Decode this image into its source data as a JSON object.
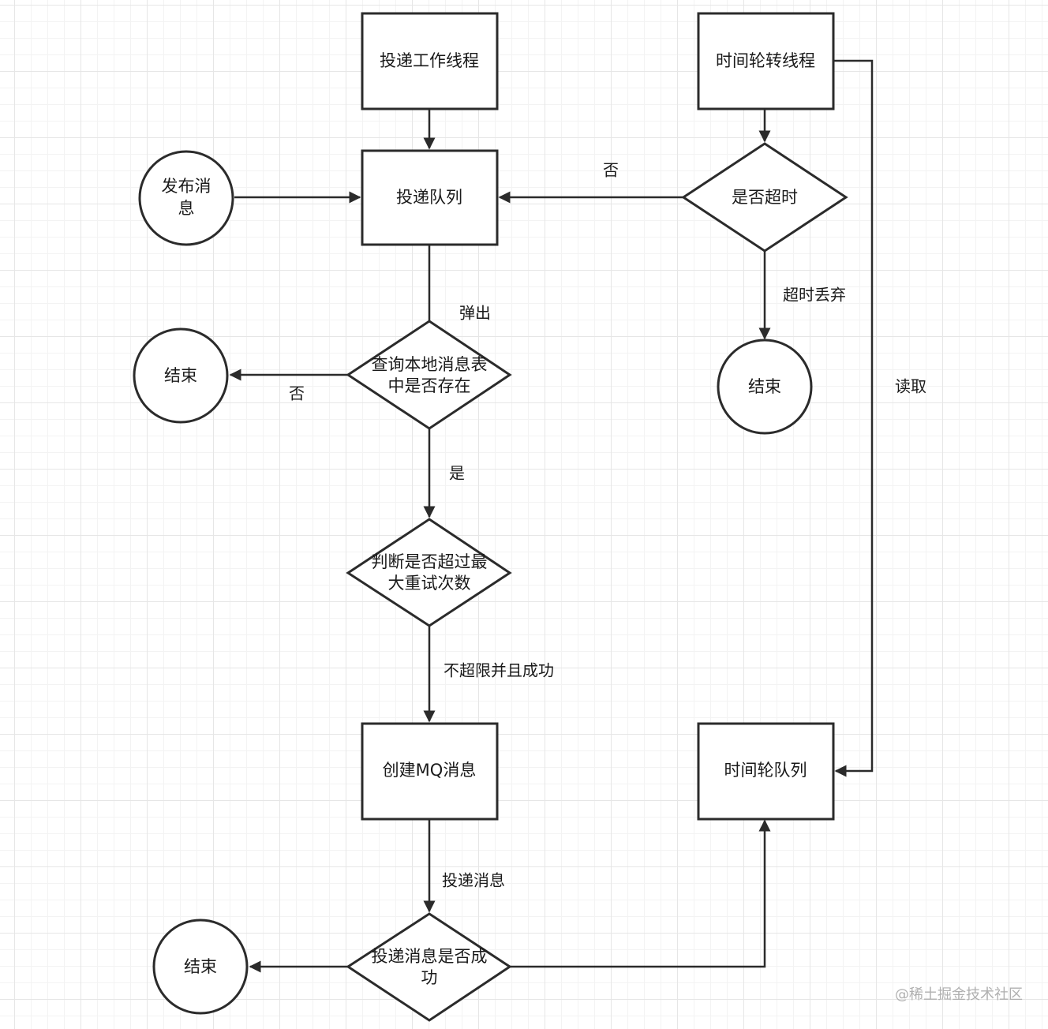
{
  "nodes": {
    "delivery_worker": "投递工作线程",
    "time_wheel_thread": "时间轮转线程",
    "publish_line1": "发布消",
    "publish_line2": "息",
    "delivery_queue": "投递队列",
    "is_timeout": "是否超时",
    "end_1": "结束",
    "query_line1": "查询本地消息表",
    "query_line2": "中是否存在",
    "end_2": "结束",
    "retry_line1": "判断是否超过最",
    "retry_line2": "大重试次数",
    "create_mq": "创建MQ消息",
    "time_wheel_queue": "时间轮队列",
    "success_line1": "投递消息是否成",
    "success_line2": "功",
    "end_3": "结束"
  },
  "edges": {
    "no_1": "否",
    "timeout_discard": "超时丢弃",
    "pop": "弹出",
    "no_2": "否",
    "yes": "是",
    "within_limit_success": "不超限并且成功",
    "read": "读取",
    "deliver_message": "投递消息"
  },
  "watermark": "@稀土掘金技术社区"
}
